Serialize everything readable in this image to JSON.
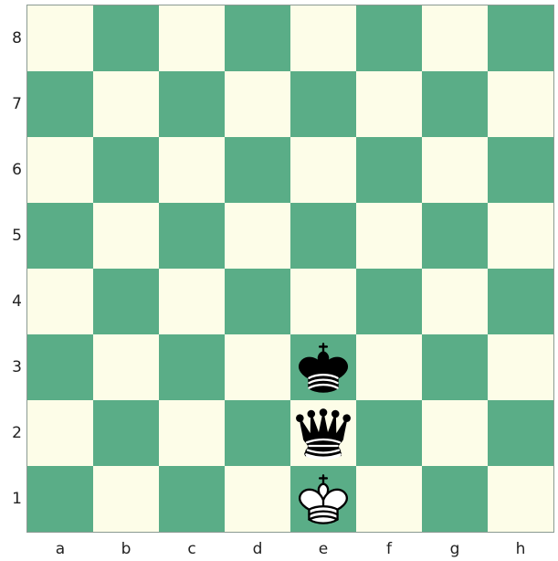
{
  "board": {
    "light_color": "#fdfde8",
    "dark_color": "#5aad87",
    "files": [
      "a",
      "b",
      "c",
      "d",
      "e",
      "f",
      "g",
      "h"
    ],
    "ranks": [
      "8",
      "7",
      "6",
      "5",
      "4",
      "3",
      "2",
      "1"
    ],
    "pieces": [
      {
        "square": "e3",
        "color": "black",
        "type": "king",
        "icon": "black-king-icon"
      },
      {
        "square": "e2",
        "color": "black",
        "type": "queen",
        "icon": "black-queen-icon"
      },
      {
        "square": "e1",
        "color": "white",
        "type": "king",
        "icon": "white-king-icon"
      }
    ]
  }
}
